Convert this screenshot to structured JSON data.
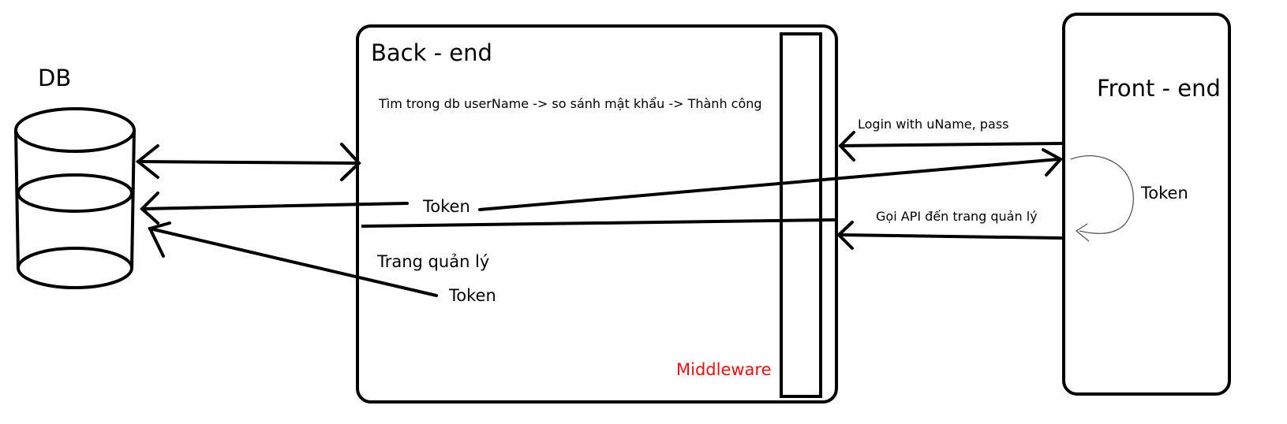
{
  "db": {
    "label": "DB"
  },
  "backend": {
    "title": "Back - end",
    "flow_text": "Tìm trong db userName -> so sánh mật khẩu  -> Thành công",
    "token_1": "Token",
    "admin_page": "Trang quản lý",
    "token_2": "Token",
    "middleware": "Middleware"
  },
  "frontend": {
    "title": "Front - end",
    "token": "Token"
  },
  "arrows": {
    "login": "Login with uName, pass",
    "api_call": "Gọi API đến trang quản lý"
  },
  "colors": {
    "stroke": "#000000",
    "middleware": "#e81010",
    "background": "#ffffff"
  }
}
